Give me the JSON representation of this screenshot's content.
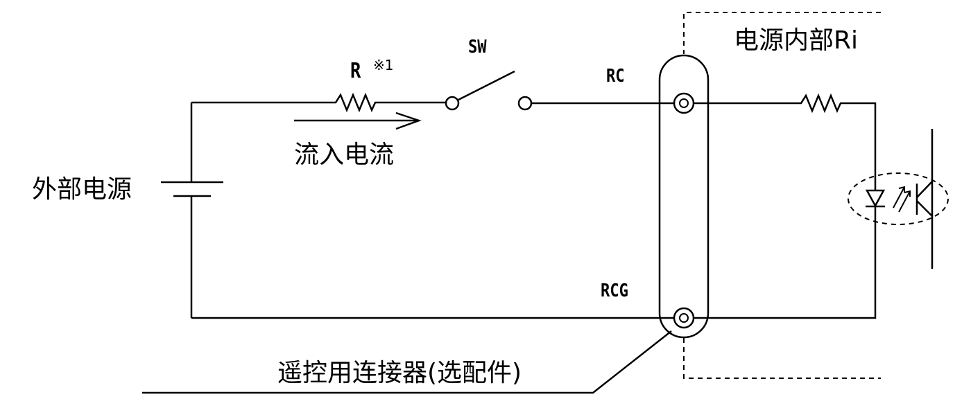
{
  "labels": {
    "switch": "SW",
    "resistor": "R",
    "resistor_note": "※1",
    "current": "流入电流",
    "external_power": "外部电源",
    "rc": "RC",
    "rcg": "RCG",
    "internal": "电源内部Ri",
    "connector": "遥控用连接器(选配件)"
  }
}
